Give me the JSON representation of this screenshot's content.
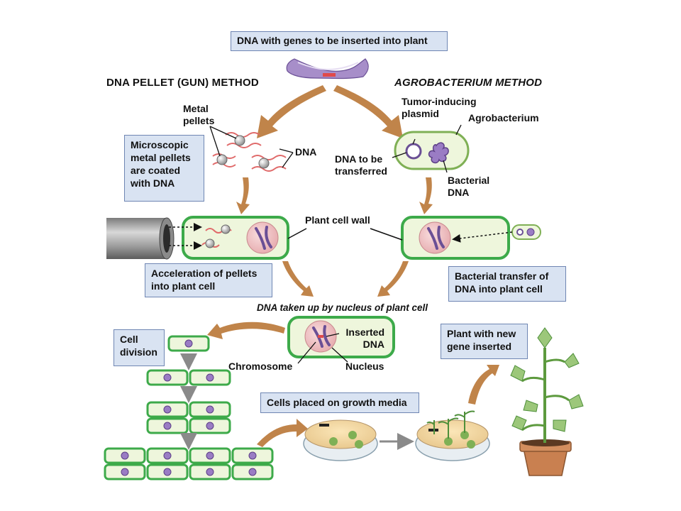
{
  "top_box": "DNA with genes to be inserted into plant",
  "methods": {
    "gun": "DNA PELLET (GUN) METHOD",
    "agro": "AGROBACTERIUM METHOD"
  },
  "gun_labels": {
    "metal_pellets": "Metal pellets",
    "dna": "DNA",
    "coated_box": "Microscopic metal pellets are coated with DNA",
    "acceleration_box": "Acceleration of pellets into plant cell"
  },
  "agro_labels": {
    "plasmid": "Tumor-inducing plasmid",
    "agrobacterium": "Agrobacterium",
    "dna_transfer": "DNA to be transferred",
    "bacterial_dna": "Bacterial DNA",
    "transfer_box": "Bacterial transfer of DNA into plant cell"
  },
  "plant_cell_wall": "Plant cell wall",
  "dna_taken_up": "DNA taken up by nucleus of plant cell",
  "center_cell": {
    "inserted_dna": "Inserted DNA",
    "chromosome": "Chromosome",
    "nucleus": "Nucleus"
  },
  "cell_division_box": "Cell division",
  "growth_media_box": "Cells placed on growth media",
  "plant_box": "Plant with new gene inserted",
  "colors": {
    "box_fill": "#d9e3f2",
    "box_border": "#6f86b3",
    "cell_green": "#3daa4a",
    "cell_fill": "#eef6dc",
    "nucleus_pink": "#f0c6c8",
    "arrow_brown": "#c0844a",
    "dna_purple": "#7b5aa6"
  }
}
